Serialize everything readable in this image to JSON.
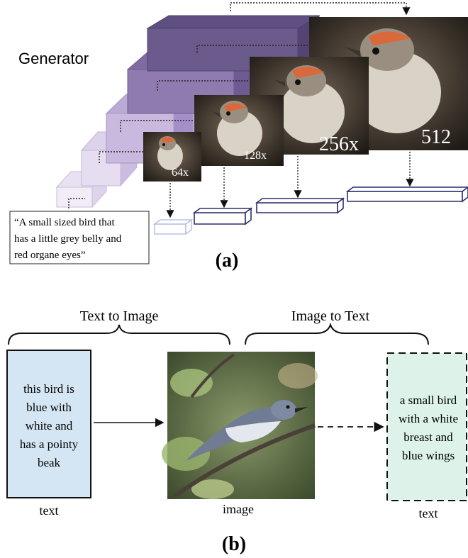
{
  "panel_a": {
    "title": "Generator",
    "caption": "(a)",
    "prompt_lines": [
      "“A small sized bird that",
      "has a little grey belly and",
      "red organe eyes”"
    ],
    "resolutions": [
      "64x",
      "128x",
      "256x",
      "512"
    ]
  },
  "panel_b": {
    "caption": "(b)",
    "header_left": "Text to Image",
    "header_right": "Image to Text",
    "left_box_lines": [
      "this bird is",
      "blue with",
      "white and",
      "has a pointy",
      "beak"
    ],
    "right_box_lines": [
      "a small bird",
      "with a white",
      "breast and",
      "blue wings"
    ],
    "label_left": "text",
    "label_mid": "image",
    "label_right": "text"
  },
  "colors": {
    "cube_dark": "#6b5a8c",
    "cube_light": "#d7cde6",
    "encoder_blue": "#2a2f6b",
    "left_box_fill": "#d4e6f3",
    "right_box_fill": "#ddf3ea"
  }
}
